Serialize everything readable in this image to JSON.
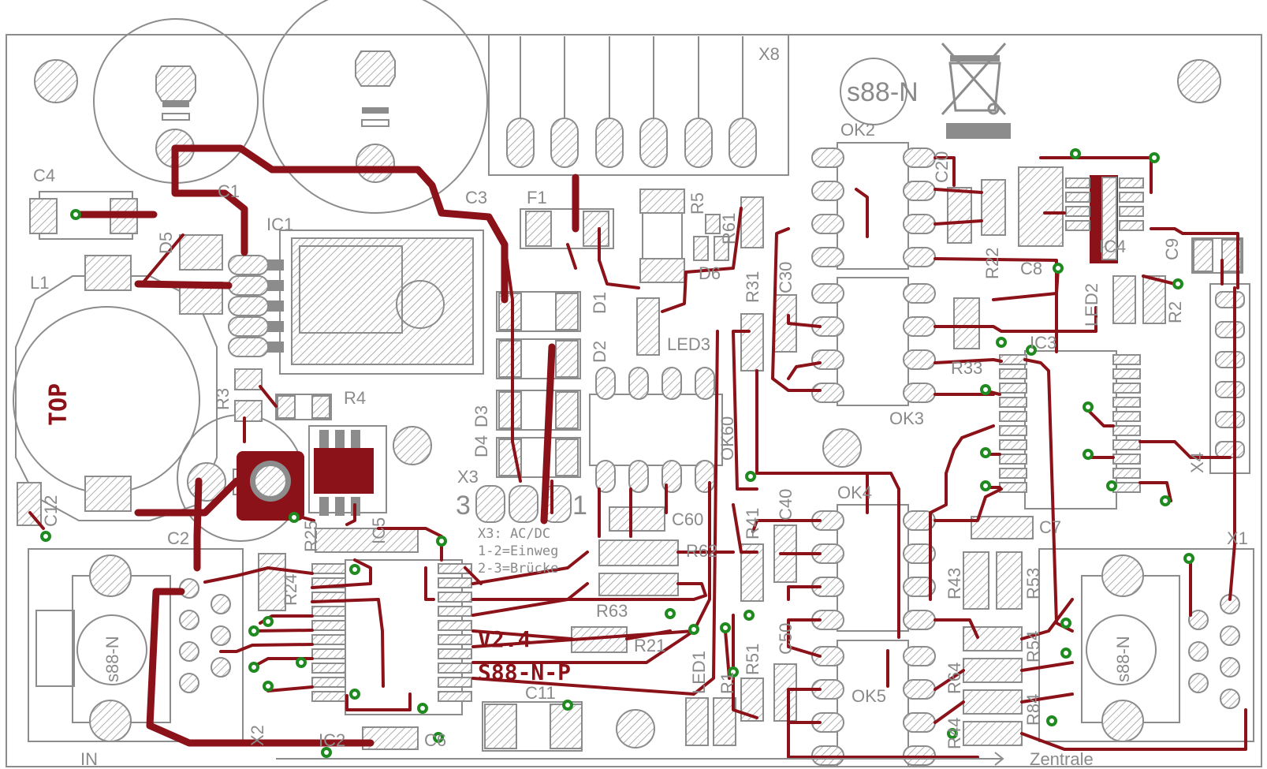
{
  "colors": {
    "trace": "#8b1218",
    "silk": "#8c8c8c",
    "via": "#1f8a1f",
    "background": "#ffffff"
  },
  "board": {
    "logo": "s88-N",
    "version": "V2.4",
    "product": "S88-N-P",
    "top_marker": "TOP",
    "in_label": "IN",
    "out_label": "Zentrale",
    "jumper_note": [
      "X3: AC/DC",
      "1-2=Einweg",
      "2-3=Brücke"
    ],
    "jumper_pins": [
      "3",
      "1"
    ],
    "connector_logo": "s88-N",
    "weee_icon": "crossed-bin-icon"
  },
  "components": {
    "capacitors": [
      "C1",
      "C2",
      "C3",
      "C4",
      "C6",
      "C7",
      "C8",
      "C9",
      "C11",
      "C12",
      "C20",
      "C30",
      "C40",
      "C50",
      "C60"
    ],
    "resistors": [
      "R2",
      "R3",
      "R4",
      "R5",
      "R1",
      "R21",
      "R22",
      "R24",
      "R25",
      "R31",
      "R33",
      "R41",
      "R43",
      "R51",
      "R53",
      "R54",
      "R61",
      "R62",
      "R63",
      "R64",
      "R84",
      "R44"
    ],
    "ics": [
      "IC1",
      "IC2",
      "IC3",
      "IC4",
      "IC5"
    ],
    "optocouplers": [
      "OK2",
      "OK3",
      "OK4",
      "OK5",
      "OK60"
    ],
    "diodes": [
      "D1",
      "D2",
      "D3",
      "D4",
      "D5",
      "D6"
    ],
    "leds": [
      "LED1",
      "LED2",
      "LED3"
    ],
    "connectors": [
      "X1",
      "X2",
      "X3",
      "X4",
      "X8"
    ],
    "others": [
      "L1",
      "F1"
    ]
  }
}
